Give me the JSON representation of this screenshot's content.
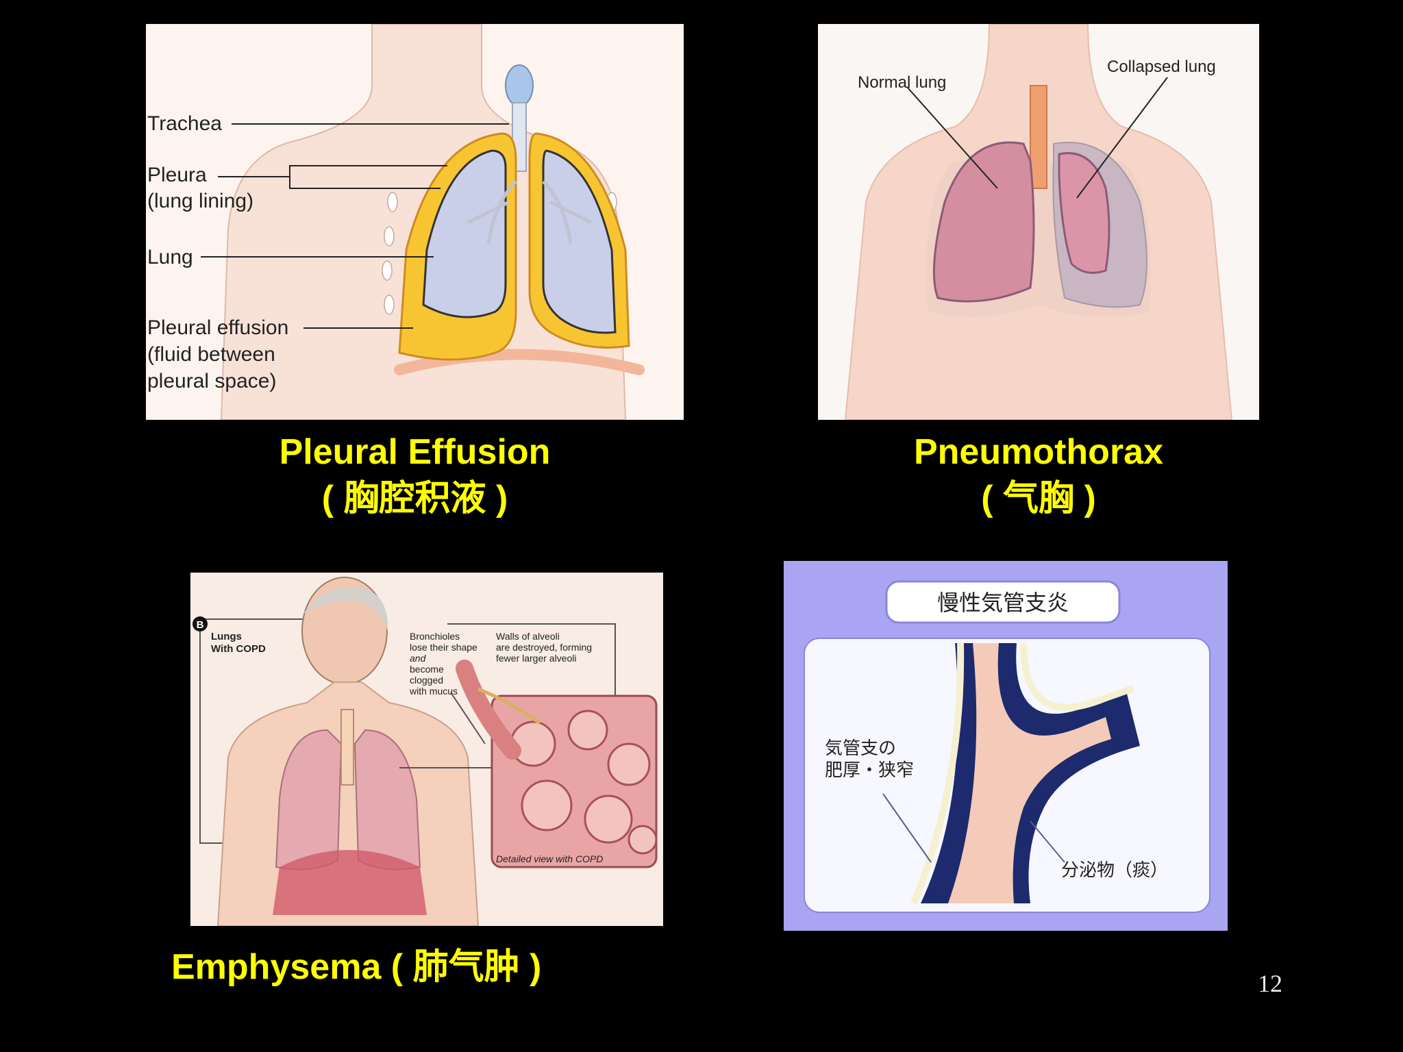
{
  "slide": {
    "page_number": "12",
    "panels": {
      "pleural": {
        "caption_title": "Pleural Effusion",
        "caption_sub": "( 胸腔积液 )",
        "labels": {
          "trachea": "Trachea",
          "pleura_1": "Pleura",
          "pleura_2": "(lung lining)",
          "lung": "Lung",
          "effusion_1": "Pleural effusion",
          "effusion_2": "(fluid between",
          "effusion_3": "pleural space)"
        }
      },
      "pneumothorax": {
        "caption_title": "Pneumothorax",
        "caption_sub": "( 气胸 )",
        "labels": {
          "normal": "Normal lung",
          "collapsed": "Collapsed lung"
        }
      },
      "emphysema": {
        "caption": "Emphysema ( 肺气肿 )",
        "labels": {
          "badge": "B",
          "lungs_1": "Lungs",
          "lungs_2": "With COPD",
          "bron_1": "Bronchioles",
          "bron_2": "lose their shape",
          "bron_3": "and",
          "bron_4": "become",
          "bron_5": "clogged",
          "bron_6": "with mucus",
          "walls_1": "Walls of alveoli",
          "walls_2": "are destroyed, forming",
          "walls_3": "fewer larger alveoli",
          "detail": "Detailed view with COPD"
        }
      },
      "bronchitis": {
        "title": "慢性気管支炎",
        "labels": {
          "thick_1": "気管支の",
          "thick_2": "肥厚・狭窄",
          "secretion": "分泌物（痰）"
        }
      }
    }
  },
  "colors": {
    "caption": "#ffff00",
    "background": "#000000",
    "effusion_fluid": "#f7c531",
    "lung_fill": "#c9cfe8",
    "bronchitis_frame": "#a9a5f2"
  }
}
